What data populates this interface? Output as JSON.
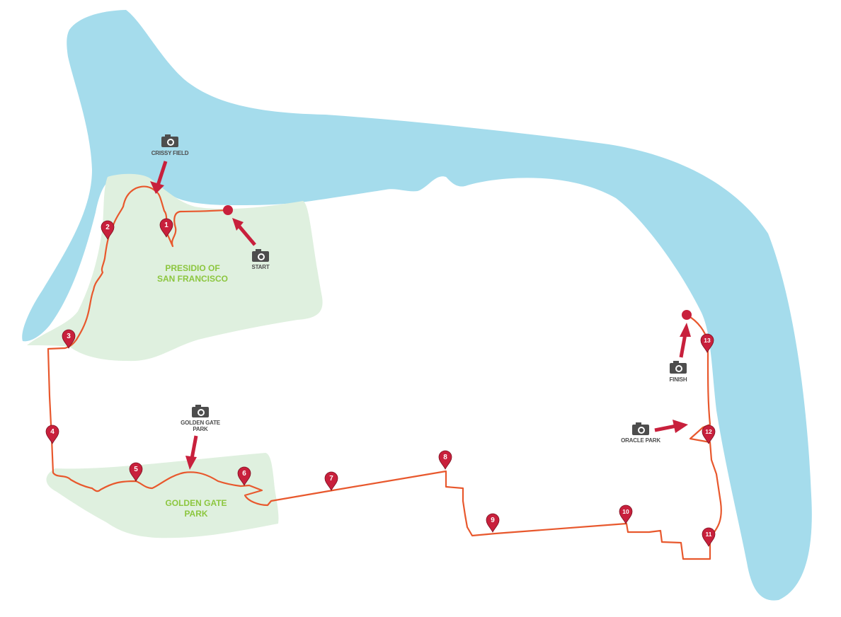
{
  "map": {
    "colors": {
      "water": "#a5dcec",
      "park": "#dff0df",
      "route": "#e8582d",
      "marker": "#c8203c",
      "arrow": "#c8203c",
      "camera": "#4d4d4d",
      "park_label": "#8cc63f"
    },
    "parks": {
      "presidio": {
        "label_line1": "PRESIDIO OF",
        "label_line2": "SAN FRANCISCO"
      },
      "golden_gate": {
        "label_line1": "GOLDEN GATE",
        "label_line2": "PARK"
      }
    },
    "points_of_interest": {
      "crissy_field": {
        "label_line1": "CRISSY FIELD",
        "icon": "camera-icon"
      },
      "start": {
        "label_line1": "START",
        "icon": "camera-icon"
      },
      "golden_gate_park": {
        "label_line1": "GOLDEN GATE",
        "label_line2": "PARK",
        "icon": "camera-icon"
      },
      "oracle_park": {
        "label_line1": "ORACLE PARK",
        "icon": "camera-icon"
      },
      "finish": {
        "label_line1": "FINISH",
        "icon": "camera-icon"
      }
    },
    "mile_markers": [
      "1",
      "2",
      "3",
      "4",
      "5",
      "6",
      "7",
      "8",
      "9",
      "10",
      "11",
      "12",
      "13"
    ]
  }
}
